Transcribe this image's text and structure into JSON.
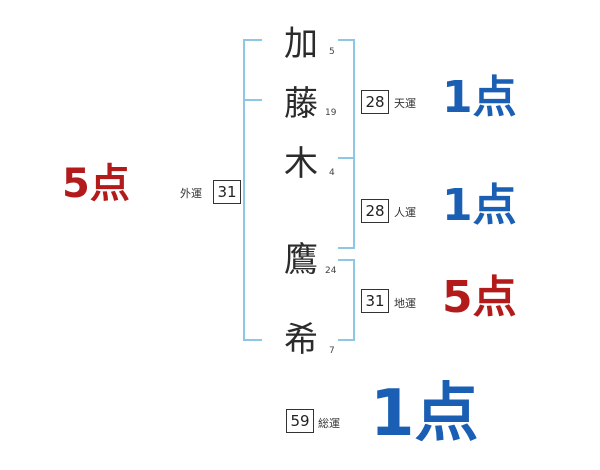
{
  "colors": {
    "bracket": "#8ec7e6",
    "blue": "#1a5fb4",
    "red": "#b31b1b"
  },
  "name_chars": [
    {
      "char": "加",
      "strokes": "5"
    },
    {
      "char": "藤",
      "strokes": "19"
    },
    {
      "char": "木",
      "strokes": "4"
    },
    {
      "char": "鷹",
      "strokes": "24"
    },
    {
      "char": "希",
      "strokes": "7"
    }
  ],
  "fortunes": {
    "gaiun": {
      "label": "外運",
      "value": "31",
      "score": "5点",
      "tone": "red"
    },
    "tenun": {
      "label": "天運",
      "value": "28",
      "score": "1点",
      "tone": "blue"
    },
    "jinun": {
      "label": "人運",
      "value": "28",
      "score": "1点",
      "tone": "blue"
    },
    "chiun": {
      "label": "地運",
      "value": "31",
      "score": "5点",
      "tone": "red"
    },
    "souun": {
      "label": "総運",
      "value": "59",
      "score": "1点",
      "tone": "blue"
    }
  }
}
